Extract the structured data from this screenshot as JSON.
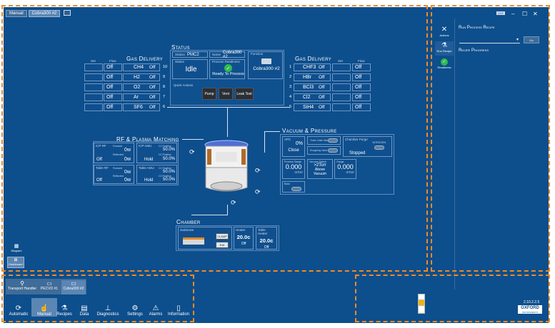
{
  "breadcrumb": {
    "items": [
      "Manual",
      "Cobra300 #2"
    ]
  },
  "gas_delivery_left": {
    "title": "Gas Delivery",
    "col_set": "Set",
    "col_flow": "Flow",
    "rows": [
      {
        "num": "10",
        "state": "Off",
        "gas": "CH4",
        "value": "Off"
      },
      {
        "num": "9",
        "state": "Off",
        "gas": "H2",
        "value": "Off"
      },
      {
        "num": "8",
        "state": "Off",
        "gas": "O2",
        "value": "Off"
      },
      {
        "num": "7",
        "state": "Off",
        "gas": "Ar",
        "value": "Off"
      },
      {
        "num": "6",
        "state": "Off",
        "gas": "SF6",
        "value": "Off"
      }
    ]
  },
  "gas_delivery_right": {
    "title": "Gas Delivery",
    "col_set": "Set",
    "col_flow": "Flow",
    "rows": [
      {
        "num": "1",
        "gas": "CHF3",
        "state": "Off",
        "value": "Off"
      },
      {
        "num": "2",
        "gas": "HBr",
        "state": "Off",
        "value": "Off"
      },
      {
        "num": "3",
        "gas": "BCl3",
        "state": "Off",
        "value": "Off"
      },
      {
        "num": "4",
        "gas": "Cl2",
        "state": "Off",
        "value": "Off"
      },
      {
        "num": "5",
        "gas": "SiH4",
        "state": "Off",
        "value": "Off"
      }
    ]
  },
  "status": {
    "title": "Status",
    "station_label": "Station",
    "station": "PMC2",
    "name_label": "Name",
    "name": "Cobra300 #2",
    "status_label": "Status",
    "status": "Idle",
    "readiness_label": "Process Readiness",
    "readiness": "Ready To Process",
    "function_label": "Function",
    "function": "Cobra300 #2",
    "quick_actions_label": "Quick Actions",
    "quick_actions": [
      "Pump",
      "Vent",
      "Leak Test"
    ]
  },
  "rf": {
    "title": "RF & Plasma Matching",
    "icp_label": "ICP RF",
    "icp_fwd_label": "Forward",
    "icp_fwd": "0w",
    "icp_refl_label": "Reflected",
    "icp_refl": "0w",
    "icp_state": "Off",
    "icp_amu_label": "ICP AMU",
    "icp_load_label": "C1 Position",
    "icp_load": "50.0%",
    "icp_tune_label": "C2 Position",
    "icp_tune": "50.0%",
    "icp_hold": "Hold",
    "table_label": "Table RF",
    "table_fwd_label": "Forward",
    "table_fwd": "0w",
    "table_refl_label": "Reflected",
    "table_refl": "0w",
    "table_state": "Off",
    "table_amu_label": "Table AMU",
    "table_load_label": "C1 Position",
    "table_load": "50.0%",
    "table_tune_label": "C2 Position",
    "table_tune": "50.0%",
    "table_hold": "Hold"
  },
  "vacuum": {
    "title": "Vacuum & Pressure",
    "apc_label": "APC",
    "apc_value": "0%",
    "apc_state": "Close",
    "turbo_label": "Turbo Gate Valve",
    "roughing_label": "Roughing Valve",
    "chamber_purge_label": "Chamber Purge",
    "chamber_purge_sub": "NITROGEN",
    "chamber_purge_state": "Stopped",
    "process_gauge_label": "Process Gauge",
    "process_gauge_value": "0.000",
    "process_gauge_unit": "mTorr",
    "vacuum_switch_label": "Vacuum Switch",
    "vacuum_switch_value": ">2Torr",
    "vacuum_switch_state": "Above Vacuum",
    "gauge_label": "Gauge",
    "gauge_value": "0.000",
    "gauge_unit": "mTorr",
    "hbase_label": "Base"
  },
  "chamber": {
    "title": "Chamber",
    "substrate_label": "Substrate",
    "clamp_label": "CLAMP",
    "exit_label": "Exit",
    "heater_label": "Heater",
    "heater_value": "20.0c",
    "heater_state": "Off",
    "table_label": "Table Heater",
    "table_value": "20.0c",
    "table_state": "Off"
  },
  "left_tools": {
    "diagram": "Diagram",
    "dashboard": "Dashboard"
  },
  "right_panel": {
    "actions": "Actions",
    "run_recipe": "Run Recipe",
    "readiness": "Readiness",
    "run_process_recipe": "Run Process Recipe",
    "recipe_progress": "Recipe Progress",
    "go": "Go"
  },
  "window": {
    "badge": "OXF"
  },
  "tool_tabs": [
    "Transport Handler",
    "PECVD #1",
    "Cobra300 #2"
  ],
  "nav": [
    "Automatic",
    "Manual",
    "Recipes",
    "Data",
    "Diagnostics",
    "Settings",
    "Alarms",
    "Information"
  ],
  "footer": {
    "version": "2.10.2.2.5",
    "brand": "OXFORD",
    "brand_sub": "INSTRUMENTS"
  },
  "colors": {
    "background": "#0d4e8c",
    "accent": "#f08a24",
    "selected": "#5b86b4"
  }
}
